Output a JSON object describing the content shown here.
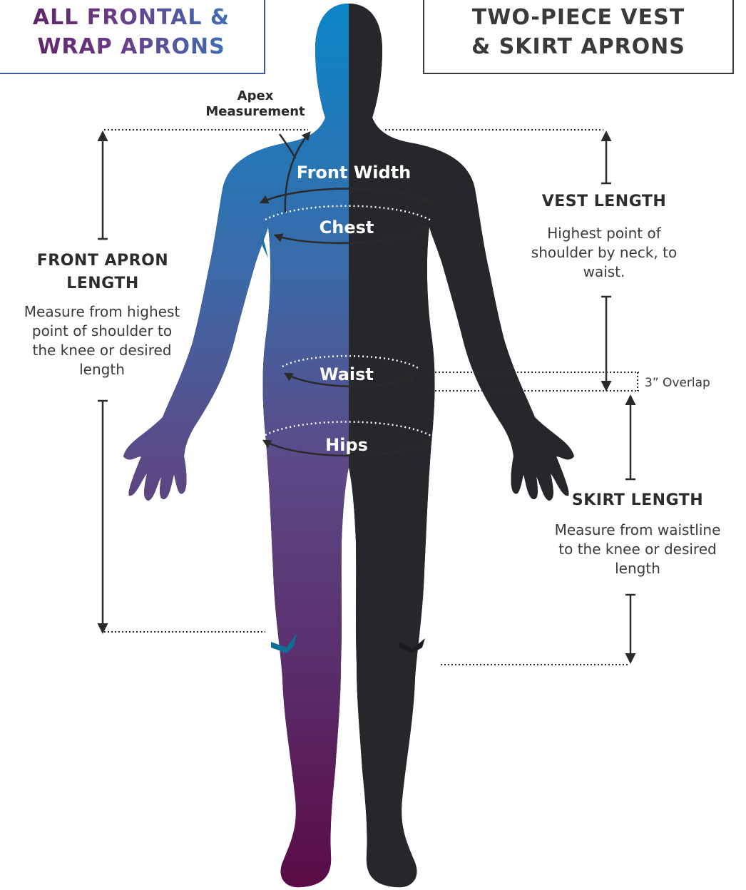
{
  "colors": {
    "gradient_top": "#0a86c8",
    "gradient_mid": "#5b4a86",
    "gradient_bottom": "#5a0b45",
    "dark_half": "#25272a",
    "line_color": "#2a2a2a"
  },
  "boxes": {
    "left": {
      "line1": "ALL FRONTAL &",
      "line2": "WRAP APRONS"
    },
    "right": {
      "line1": "TWO-PIECE VEST",
      "line2": "& SKIRT APRONS"
    }
  },
  "labels": {
    "apex_line1": "Apex",
    "apex_line2": "Measurement",
    "front_width": "Front Width",
    "chest": "Chest",
    "waist": "Waist",
    "hips": "Hips",
    "overlap": "3” Overlap"
  },
  "front_apron": {
    "heading_line1": "FRONT APRON",
    "heading_line2": "LENGTH",
    "description_lines": [
      "Measure from highest",
      "point of shoulder to",
      "the knee or desired",
      "length"
    ]
  },
  "vest": {
    "heading": "VEST LENGTH",
    "description_lines": [
      "Highest point of",
      "shoulder by neck, to",
      "waist."
    ]
  },
  "skirt": {
    "heading": "SKIRT LENGTH",
    "description_lines": [
      "Measure from waistline",
      "to the knee or desired",
      "length"
    ]
  }
}
